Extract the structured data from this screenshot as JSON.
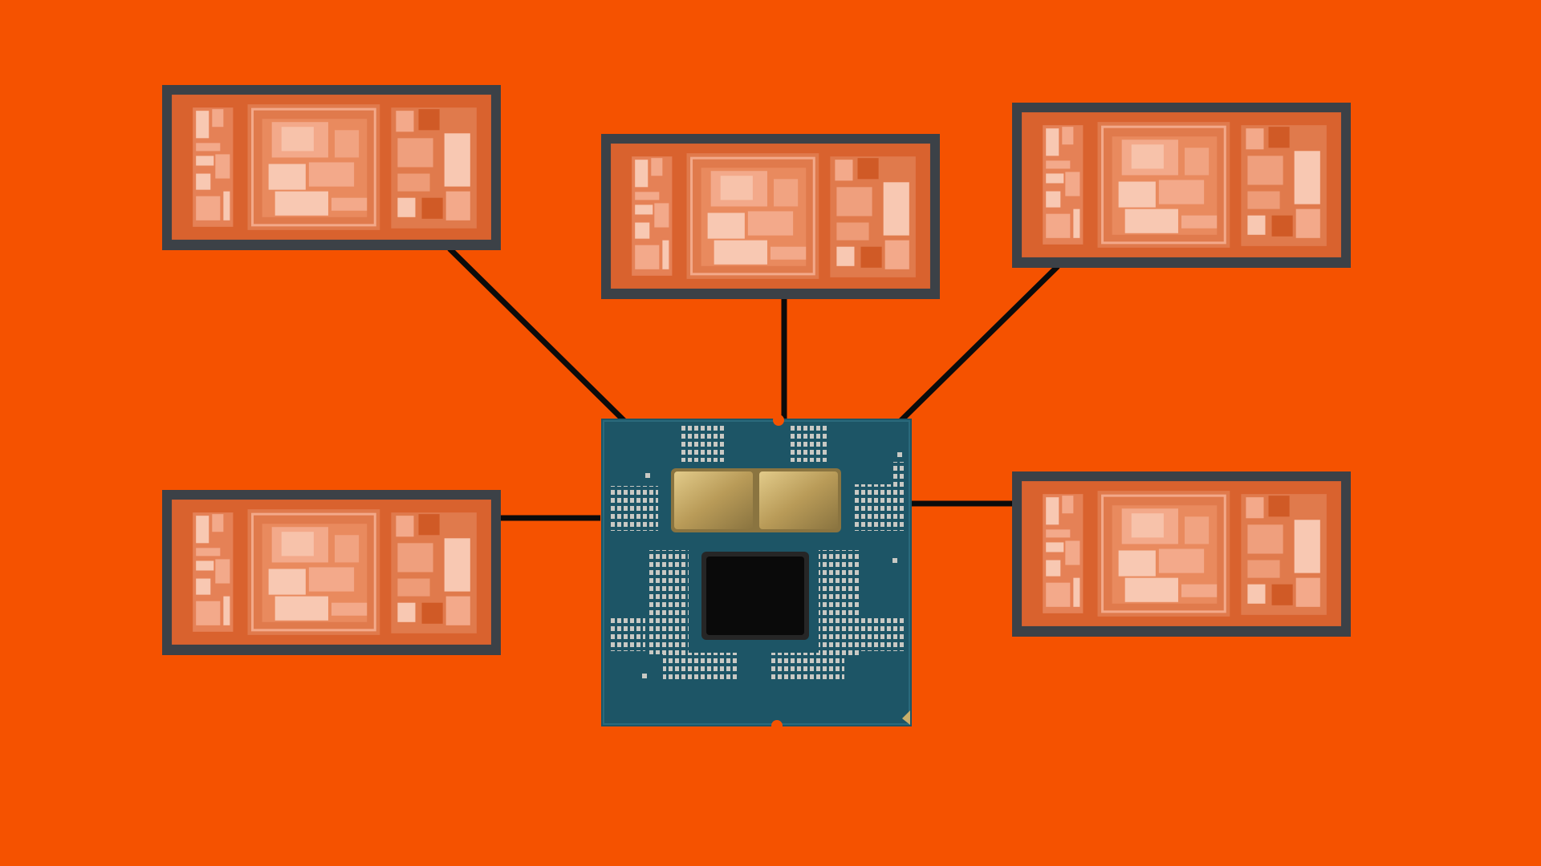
{
  "colors": {
    "background": "#F55200",
    "frame": "#3C4147",
    "die": "#D9622E",
    "die_light": "#F3A98A",
    "die_lighter": "#F8C8B2",
    "connector": "#0B0B0B",
    "pcb": "#1D5566",
    "pcb_dark": "#133E4B",
    "gold": "#C9AE6A",
    "gold_dark": "#8A7440",
    "pad": "#C9C9C4",
    "io_die": "#0A0A0A"
  },
  "diagram": {
    "nodes": [
      {
        "id": "die-top-left",
        "kind": "die-shot",
        "icon": "chip-die-icon"
      },
      {
        "id": "die-top-center",
        "kind": "die-shot",
        "icon": "chip-die-icon"
      },
      {
        "id": "die-top-right",
        "kind": "die-shot",
        "icon": "chip-die-icon"
      },
      {
        "id": "die-bottom-left",
        "kind": "die-shot",
        "icon": "chip-die-icon"
      },
      {
        "id": "die-bottom-right",
        "kind": "die-shot",
        "icon": "chip-die-icon"
      },
      {
        "id": "cpu-package",
        "kind": "processor-package",
        "icon": "cpu-package-icon"
      }
    ],
    "edges": [
      {
        "from": "cpu-package",
        "to": "die-top-left"
      },
      {
        "from": "cpu-package",
        "to": "die-top-center"
      },
      {
        "from": "cpu-package",
        "to": "die-top-right"
      },
      {
        "from": "cpu-package",
        "to": "die-bottom-left"
      },
      {
        "from": "cpu-package",
        "to": "die-bottom-right"
      }
    ]
  }
}
